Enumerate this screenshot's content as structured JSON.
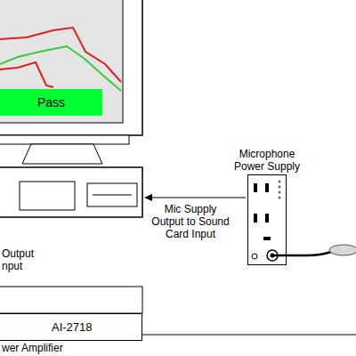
{
  "diagram": {
    "nodes": [
      {
        "text": [
          "Pass"
        ]
      },
      {
        "text": [
          "Microphone Power Supply"
        ]
      },
      {
        "text": [
          "AI-2718",
          "wer Amplifier"
        ]
      }
    ],
    "labels": [
      "Mic Supply Output to Sound Card Input",
      "Output nput"
    ]
  }
}
